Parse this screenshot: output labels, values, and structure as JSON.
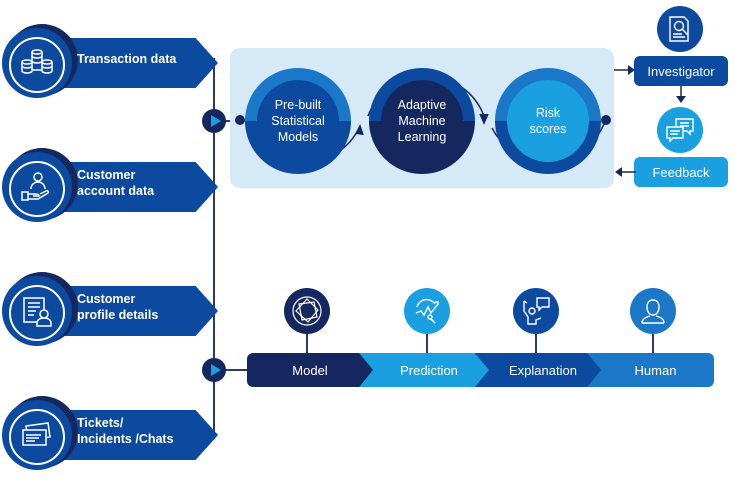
{
  "sources": [
    {
      "label_line1": "Transaction data",
      "label_line2": "",
      "icon": "database-network-icon"
    },
    {
      "label_line1": "Customer",
      "label_line2": "account data",
      "icon": "hand-user-icon"
    },
    {
      "label_line1": "Customer",
      "label_line2": "profile details",
      "icon": "profile-document-icon"
    },
    {
      "label_line1": "Tickets/",
      "label_line2": "Incidents /Chats",
      "icon": "tickets-cards-icon"
    }
  ],
  "process": {
    "stages": [
      {
        "line1": "Pre-built",
        "line2": "Statistical",
        "line3": "Models"
      },
      {
        "line1": "Adaptive",
        "line2": "Machine",
        "line3": "Learning"
      },
      {
        "line1": "Risk",
        "line2": "scores",
        "line3": ""
      }
    ]
  },
  "review": {
    "investigator_label": "Investigator",
    "investigator_icon": "document-search-icon",
    "feedback_label": "Feedback",
    "feedback_icon": "chat-bubbles-icon"
  },
  "pipeline": {
    "steps": [
      {
        "label": "Model",
        "icon": "model-geometry-icon"
      },
      {
        "label": "Prediction",
        "icon": "chart-magnifier-icon"
      },
      {
        "label": "Explanation",
        "icon": "presenter-speech-icon"
      },
      {
        "label": "Human",
        "icon": "person-icon"
      }
    ]
  },
  "colors": {
    "navy": "#15275f",
    "blue": "#0b4a9e",
    "mid_blue": "#1b78c8",
    "cyan": "#1aa0e0",
    "panel_bg": "#d6e9f7"
  }
}
